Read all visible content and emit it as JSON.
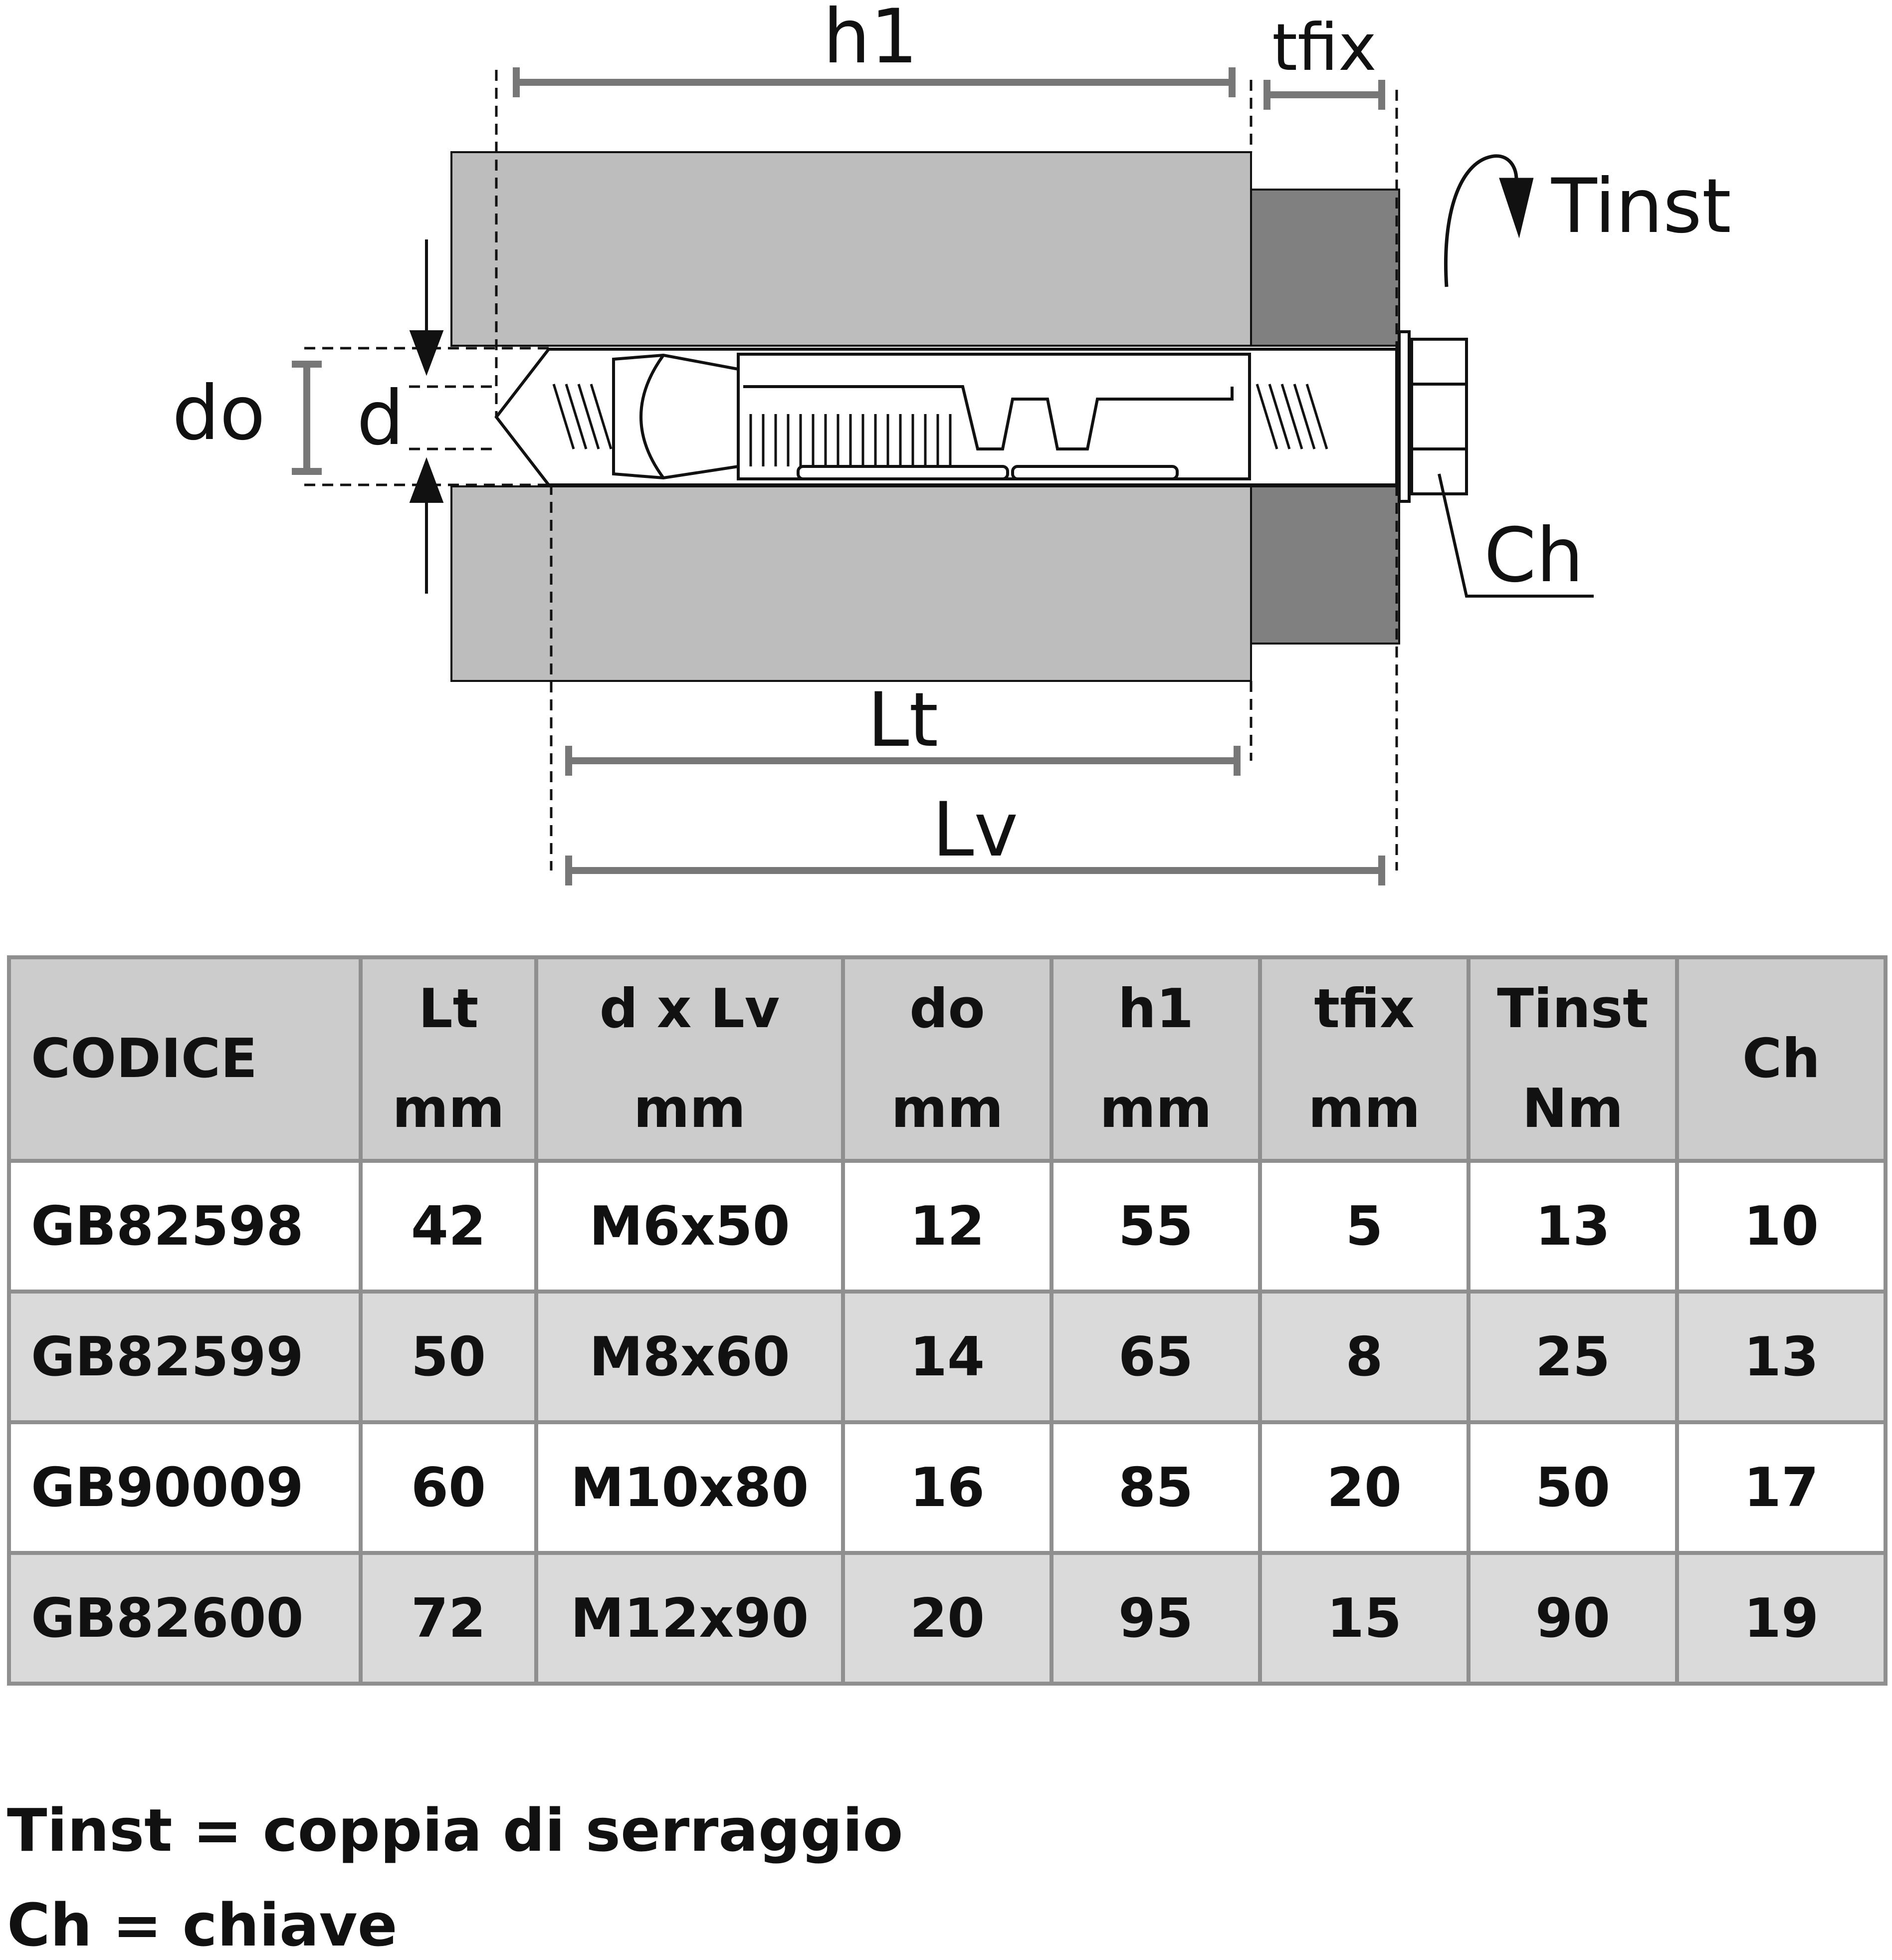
{
  "diagram": {
    "labels": {
      "h1": "h1",
      "tfix": "tfix",
      "tinst": "Tinst",
      "do": "do",
      "d": "d",
      "ch": "Ch",
      "lt": "Lt",
      "lv": "Lv"
    },
    "colors": {
      "base_material": "#bdbdbd",
      "fixture": "#808080",
      "dimension_line": "#777777",
      "anchor_fill": "#ffffff",
      "outline": "#111111"
    }
  },
  "table": {
    "headers": [
      [
        "CODICE"
      ],
      [
        "Lt",
        "mm"
      ],
      [
        "d x Lv",
        "mm"
      ],
      [
        "do",
        "mm"
      ],
      [
        "h1",
        "mm"
      ],
      [
        "tfix",
        "mm"
      ],
      [
        "Tinst",
        "Nm"
      ],
      [
        "Ch"
      ]
    ],
    "rows": [
      [
        "GB82598",
        "42",
        "M6x50",
        "12",
        "55",
        "5",
        "13",
        "10"
      ],
      [
        "GB82599",
        "50",
        "M8x60",
        "14",
        "65",
        "8",
        "25",
        "13"
      ],
      [
        "GB90009",
        "60",
        "M10x80",
        "16",
        "85",
        "20",
        "50",
        "17"
      ],
      [
        "GB82600",
        "72",
        "M12x90",
        "20",
        "95",
        "15",
        "90",
        "19"
      ]
    ],
    "colors": {
      "header_bg": "#cccccc",
      "row_odd_bg": "#ffffff",
      "row_even_bg": "#dadada",
      "border": "#8f8f8f"
    }
  },
  "notes": {
    "tinst": "Tinst = coppia di serraggio",
    "ch": "Ch = chiave"
  }
}
